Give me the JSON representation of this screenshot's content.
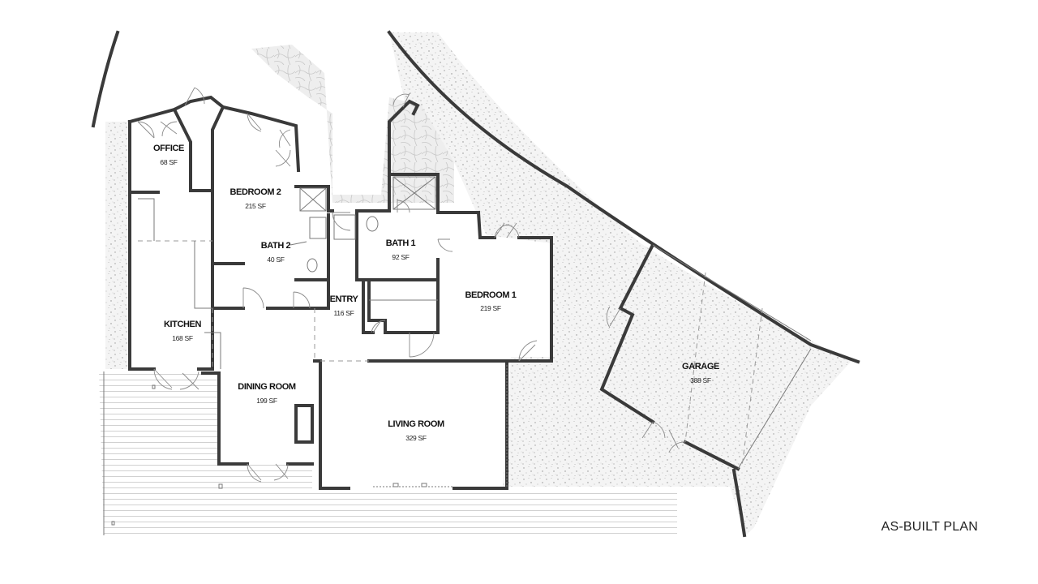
{
  "title": "AS-BUILT PLAN",
  "rooms": {
    "office": {
      "name": "OFFICE",
      "area": "68 SF"
    },
    "bedroom2": {
      "name": "BEDROOM 2",
      "area": "215 SF"
    },
    "bath2": {
      "name": "BATH 2",
      "area": "40 SF"
    },
    "bath1": {
      "name": "BATH 1",
      "area": "92 SF"
    },
    "bedroom1": {
      "name": "BEDROOM 1",
      "area": "219 SF"
    },
    "entry": {
      "name": "ENTRY",
      "area": "116 SF"
    },
    "kitchen": {
      "name": "KITCHEN",
      "area": "168 SF"
    },
    "dining": {
      "name": "DINING ROOM",
      "area": "199 SF"
    },
    "living": {
      "name": "LIVING ROOM",
      "area": "329 SF"
    },
    "garage": {
      "name": "GARAGE",
      "area": "388 SF"
    }
  },
  "colors": {
    "wall": "#3a3a3a",
    "gravel": "#dcdcdc",
    "deck": "#bdbdbd",
    "background": "#ffffff"
  }
}
